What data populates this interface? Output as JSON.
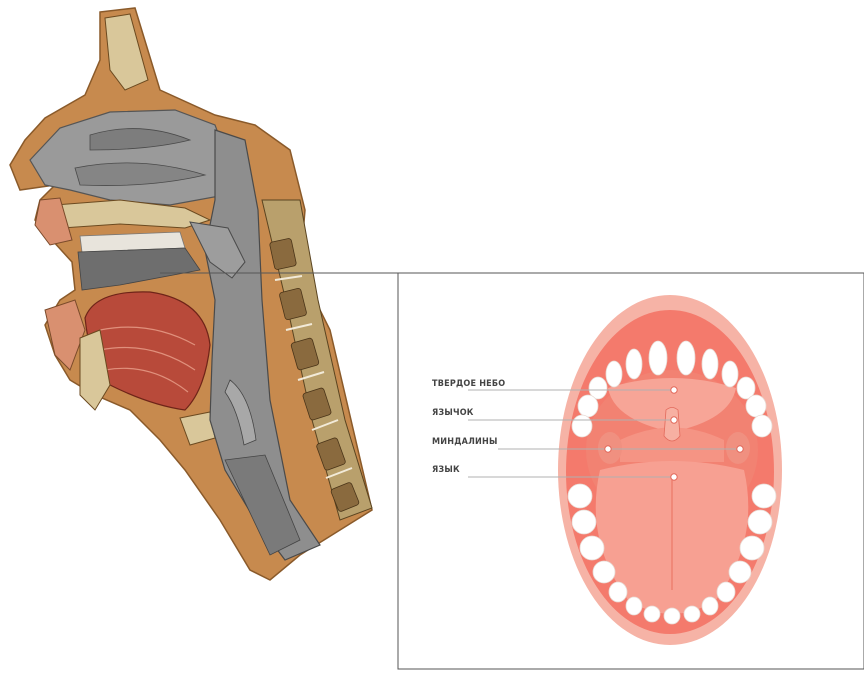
{
  "labels": {
    "hard_palate": "ТВЕРДОЕ НЕБО",
    "uvula": "ЯЗЫЧОК",
    "tonsils": "МИНДАЛИНЫ",
    "tongue": "ЯЗЫК"
  },
  "colors": {
    "tissue_pink": "#f47a6c",
    "inner_pink": "#f59a8c",
    "lip": "#f6b3a6",
    "tooth": "#ffffff",
    "muscle": "#b84a3a",
    "bone": "#d9c79a",
    "mucosa_gray": "#8e8e8e",
    "vertebra": "#8a6a3e",
    "skin": "#c78a4e",
    "callout_line": "#b0b0b0",
    "frame": "#555555"
  }
}
